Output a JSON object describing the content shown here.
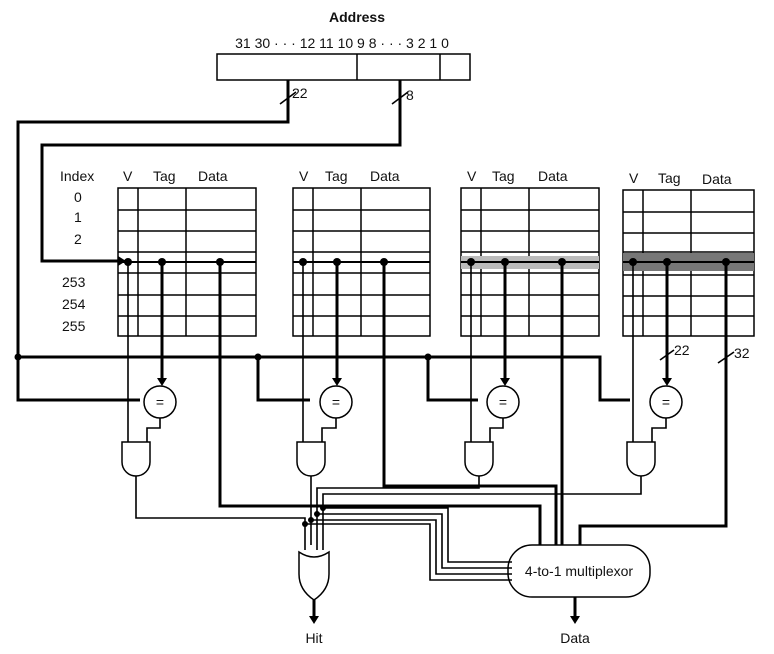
{
  "title": "Address",
  "address_bits": [
    "31 30 · · · 12 11 10 9 8 · · · 3 2 1 0"
  ],
  "bus_widths": {
    "tag_bus": "22",
    "index_bus": "8",
    "tag_out": "22",
    "data_out": "32"
  },
  "columns": {
    "index": "Index",
    "valid": "V",
    "tag": "Tag",
    "data": "Data"
  },
  "index_values": [
    "0",
    "1",
    "2",
    "253",
    "254",
    "255"
  ],
  "comparator_symbol": "=",
  "mux_label": "4-to-1 multiplexor",
  "outputs": {
    "hit": "Hit",
    "data": "Data"
  },
  "way_count": 4
}
